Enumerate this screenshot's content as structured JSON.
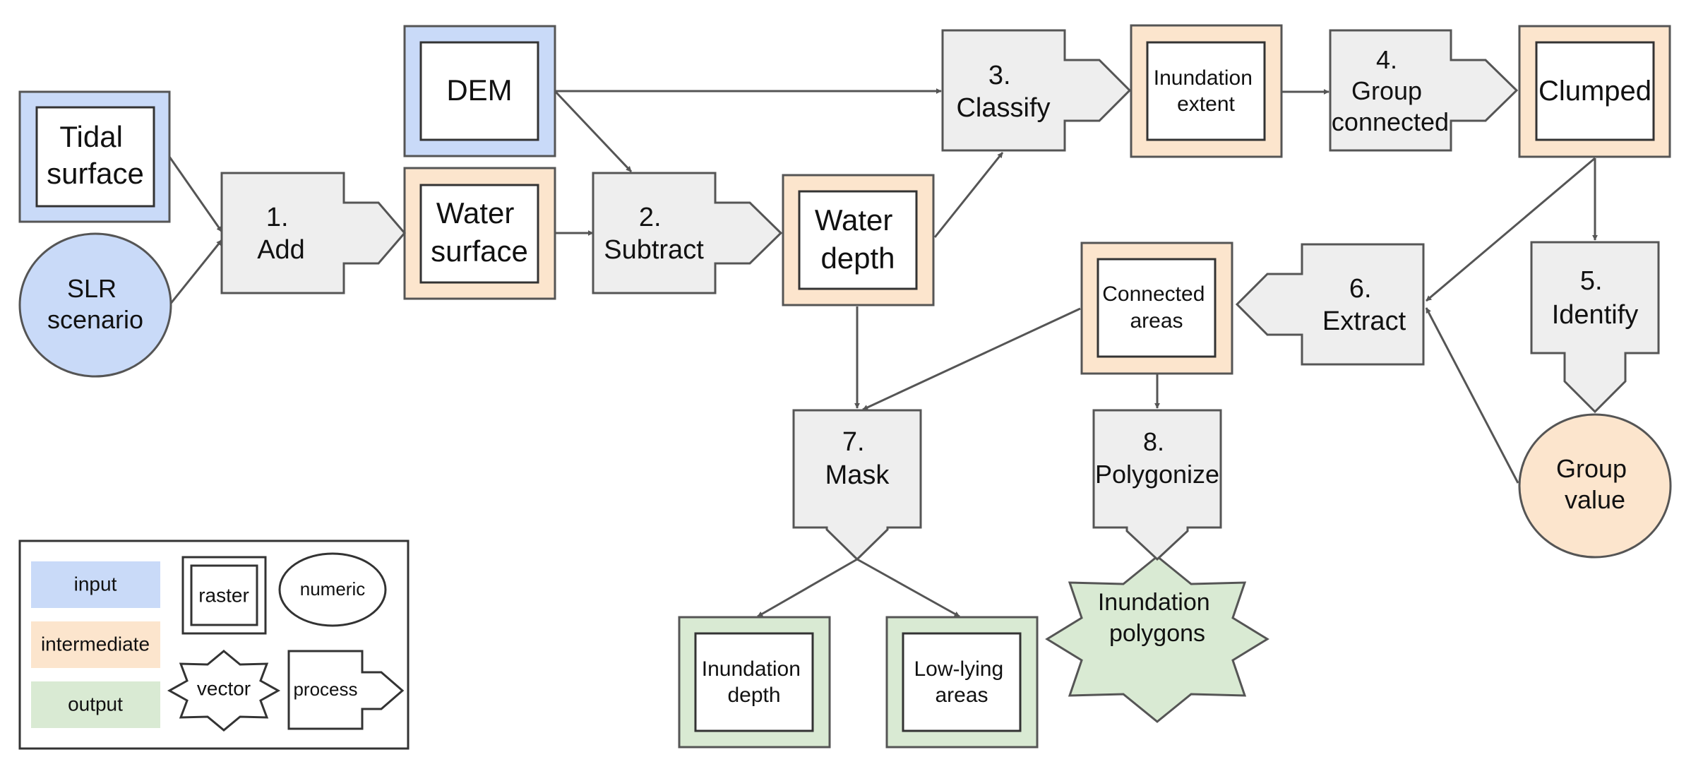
{
  "colors": {
    "input": "#c9daf8",
    "intermediate": "#fce5cd",
    "output": "#d9ead3",
    "process": "#eeeeee",
    "stroke": "#555555"
  },
  "nodes": {
    "tidal_surface": [
      "Tidal",
      "surface"
    ],
    "slr_scenario": [
      "SLR",
      "scenario"
    ],
    "dem": [
      "DEM"
    ],
    "water_surface": [
      "Water",
      "surface"
    ],
    "water_depth": [
      "Water",
      "depth"
    ],
    "inundation_extent": [
      "Inundation",
      "extent"
    ],
    "clumped": [
      "Clumped"
    ],
    "connected_areas": [
      "Connected",
      "areas"
    ],
    "group_value": [
      "Group",
      "value"
    ],
    "inundation_depth": [
      "Inundation",
      "depth"
    ],
    "low_lying_areas": [
      "Low-lying",
      "areas"
    ],
    "inundation_polygons": [
      "Inundation",
      "polygons"
    ]
  },
  "processes": {
    "add": [
      "1.",
      "Add"
    ],
    "subtract": [
      "2.",
      "Subtract"
    ],
    "classify": [
      "3.",
      "Classify"
    ],
    "group_connected": [
      "4.",
      "Group",
      "connected"
    ],
    "identify": [
      "5.",
      "Identify"
    ],
    "extract": [
      "6.",
      "Extract"
    ],
    "mask": [
      "7.",
      "Mask"
    ],
    "polygonize": [
      "8.",
      "Polygonize"
    ]
  },
  "legend": {
    "input": "input",
    "intermediate": "intermediate",
    "output": "output",
    "raster": "raster",
    "numeric": "numeric",
    "vector": "vector",
    "process": "process"
  }
}
